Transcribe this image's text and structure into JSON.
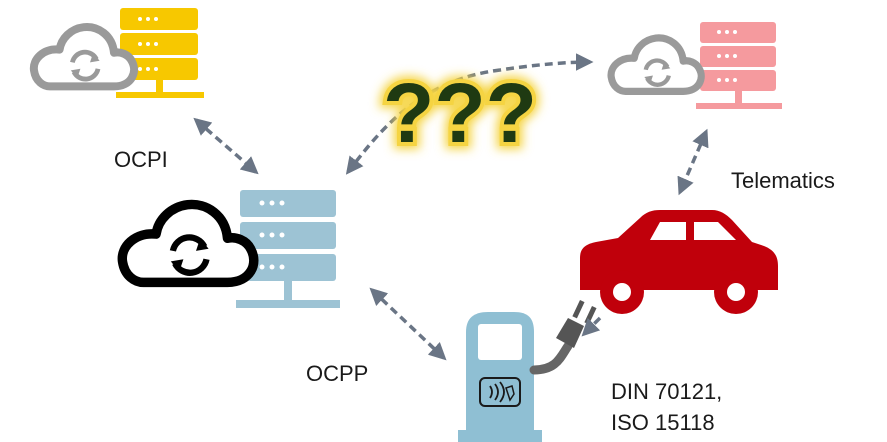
{
  "labels": {
    "ocpi": "OCPI",
    "ocpp": "OCPP",
    "telematics": "Telematics",
    "standards_line1": "DIN 70121,",
    "standards_line2": "ISO 15118",
    "question": "???"
  },
  "colors": {
    "ocpi_server": "#f7c800",
    "central_server": "#9dc3d4",
    "telematics_server": "#f59a9e",
    "car": "#c0000b",
    "charger": "#8fbfd3",
    "cloud_gray": "#9a9a9a",
    "cloud_black": "#000000",
    "question_fill": "#1f3a12",
    "question_glow": "#f5d442",
    "arrow": "#6a7585",
    "cable": "#666666"
  },
  "icons": [
    "cloud-sync-icon",
    "server-rack-icon",
    "car-icon",
    "charging-station-icon",
    "contactless-payment-icon",
    "plug-icon"
  ]
}
